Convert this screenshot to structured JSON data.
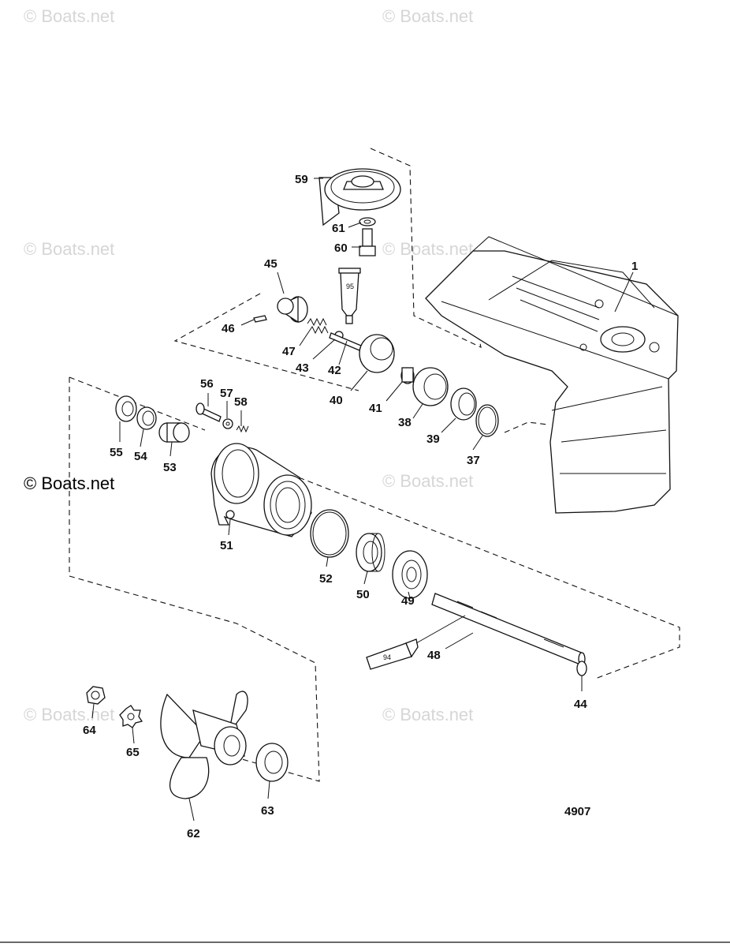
{
  "watermarks": [
    "© Boats.net",
    "© Boats.net",
    "© Boats.net",
    "© Boats.net",
    "© Boats.net",
    "© Boats.net",
    "© Boats.net",
    "© Boats.net"
  ],
  "watermark_dark": "© Boats.net",
  "reference_number": "4907",
  "tube_labels": {
    "tube_95": "95",
    "tube_94": "94"
  },
  "callouts": {
    "c1": "1",
    "c37": "37",
    "c38": "38",
    "c39": "39",
    "c40": "40",
    "c41": "41",
    "c42": "42",
    "c43": "43",
    "c44": "44",
    "c45": "45",
    "c46": "46",
    "c47": "47",
    "c48": "48",
    "c49": "49",
    "c50": "50",
    "c51": "51",
    "c52": "52",
    "c53": "53",
    "c54": "54",
    "c55": "55",
    "c56": "56",
    "c57": "57",
    "c58": "58",
    "c59": "59",
    "c60": "60",
    "c61": "61",
    "c62": "62",
    "c63": "63",
    "c64": "64",
    "c65": "65"
  }
}
